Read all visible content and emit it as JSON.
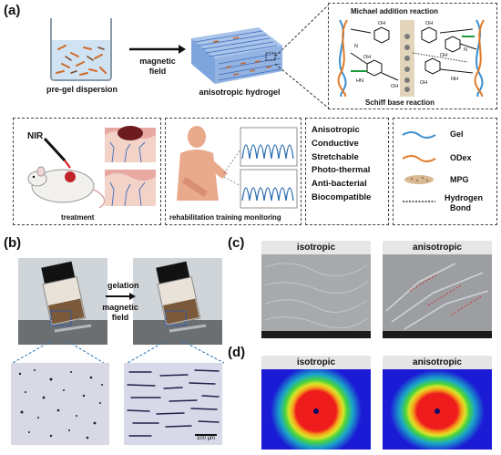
{
  "panels": {
    "a": "(a)",
    "b": "(b)",
    "c": "(c)",
    "d": "(d)"
  },
  "panel_a": {
    "pregel_label": "pre-gel dispersion",
    "arrow_label_line1": "magnetic",
    "arrow_label_line2": "field",
    "hydrogel_label": "anisotropic hydrogel",
    "michael_label": "Michael addition reaction",
    "schiff_label": "Schiff base reaction",
    "nir_label": "NIR",
    "treatment_label": "treatment",
    "rehab_label": "rehabilitation training monitoring",
    "properties": [
      "Anisotropic",
      "Conductive",
      "Stretchable",
      "Photo-thermal",
      "Anti-bacterial",
      "Biocompatible"
    ],
    "legend": [
      {
        "label": "Gel",
        "color": "#3a8fd0"
      },
      {
        "label": "ODex",
        "color": "#e07b2a"
      },
      {
        "label": "MPG",
        "color": "#c9a27a"
      },
      {
        "label": "Hydrogen",
        "label2": "Bond",
        "color": "#333333"
      }
    ]
  },
  "panel_b": {
    "arrow_top": "gelation",
    "arrow_bottom_line1": "magnetic",
    "arrow_bottom_line2": "field",
    "scale_bar": "100 μm"
  },
  "panel_c": {
    "left_title": "isotropic",
    "right_title": "anisotropic"
  },
  "panel_d": {
    "left_title": "isotropic",
    "right_title": "anisotropic"
  },
  "colors": {
    "gel_blue": "#3a8fd0",
    "odex_orange": "#e07b2a",
    "heatmap_bg": "#1b1bd6",
    "heatmap_core": "#ee1c1c"
  }
}
